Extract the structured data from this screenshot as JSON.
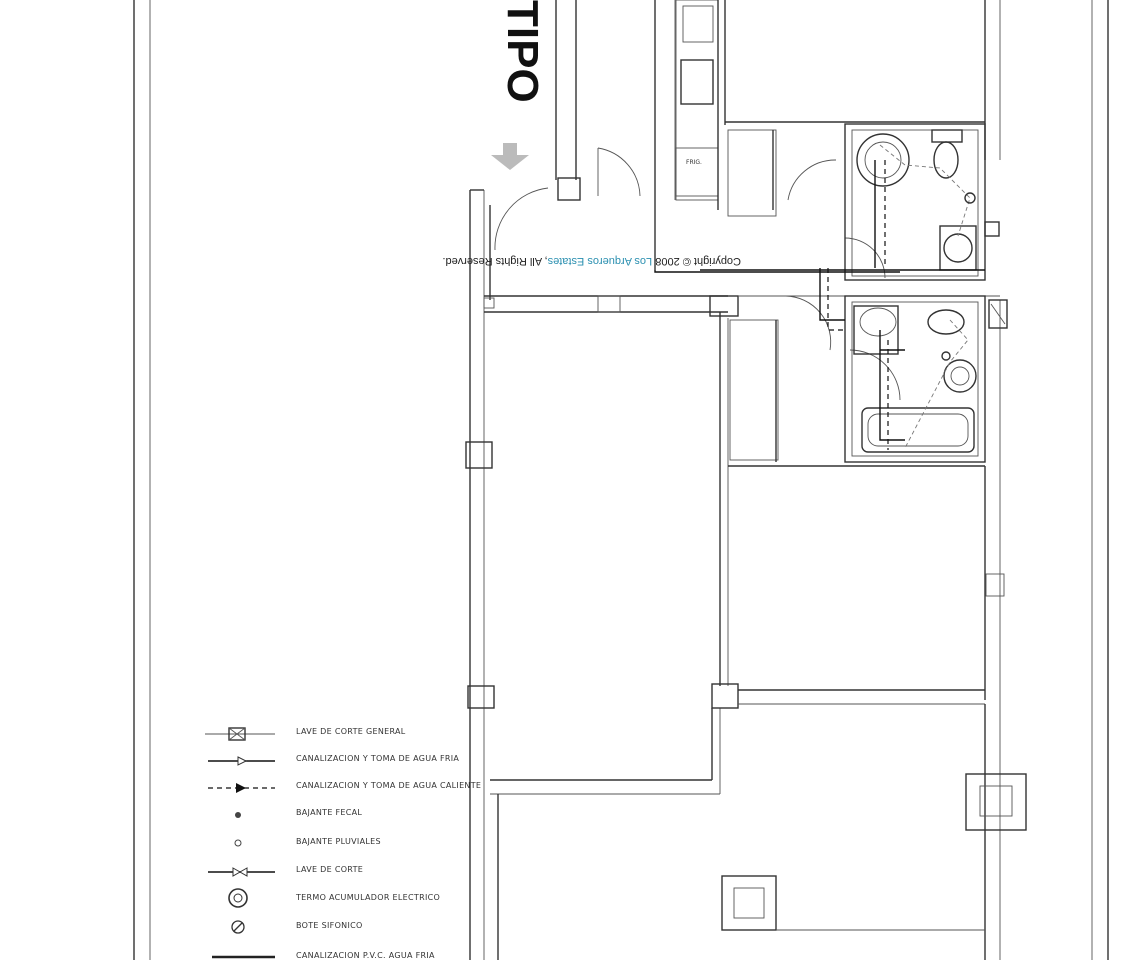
{
  "drawing": {
    "title": "TIPO",
    "copyright": {
      "prefix": "Copyright © 2008 ",
      "company": "Los Arqueros Estates",
      "suffix": ", All Rights Reserved."
    },
    "fixture_labels": {
      "fridge": "FRIG."
    }
  },
  "legend": {
    "items": [
      {
        "symbol": "shutoff-general",
        "label": "LAVE DE CORTE GENERAL"
      },
      {
        "symbol": "cold-water",
        "label": "CANALIZACION Y TOMA DE AGUA FRIA"
      },
      {
        "symbol": "hot-water",
        "label": "CANALIZACION Y TOMA DE AGUA CALIENTE"
      },
      {
        "symbol": "sewage-downpipe",
        "label": "BAJANTE FECAL"
      },
      {
        "symbol": "rain-downpipe",
        "label": "BAJANTE PLUVIALES"
      },
      {
        "symbol": "shutoff-valve",
        "label": "LAVE DE CORTE"
      },
      {
        "symbol": "electric-water-heater",
        "label": "TERMO ACUMULADOR ELECTRICO"
      },
      {
        "symbol": "siphon-trap",
        "label": "BOTE SIFONICO"
      },
      {
        "symbol": "pvc-cold",
        "label": "CANALIZACION P.V.C. AGUA FRIA"
      }
    ]
  },
  "colors": {
    "line": "#333333",
    "copyright_accent": "#2a8fb0",
    "paper": "#ffffff"
  }
}
